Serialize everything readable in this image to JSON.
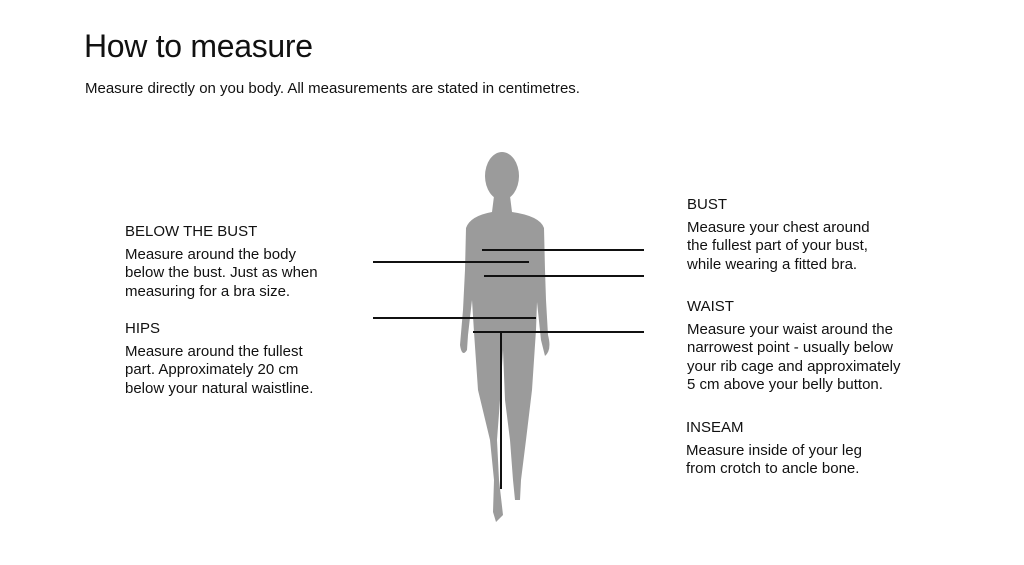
{
  "title": "How to measure",
  "subtitle": "Measure directly on you body. All measurements are stated in centimetres.",
  "sections": {
    "below_bust": {
      "heading": "BELOW THE BUST",
      "lines": [
        "Measure around the body",
        "below the bust. Just as when",
        "measuring for a bra size."
      ]
    },
    "hips": {
      "heading": "HIPS",
      "lines": [
        "Measure around the fullest",
        "part. Approximately 20 cm",
        "below your natural waistline."
      ]
    },
    "bust": {
      "heading": "BUST",
      "lines": [
        "Measure your chest around",
        "the fullest part of your bust,",
        "while wearing a fitted bra."
      ]
    },
    "waist": {
      "heading": "WAIST",
      "lines": [
        "Measure your waist around the",
        "narrowest point - usually below",
        "your rib cage and approximately",
        "5 cm above your belly button."
      ]
    },
    "inseam": {
      "heading": "INSEAM",
      "lines": [
        "Measure inside of your leg",
        "from crotch to ancle bone."
      ]
    }
  },
  "colors": {
    "silhouette": "#9b9b9b",
    "line": "#111111"
  }
}
